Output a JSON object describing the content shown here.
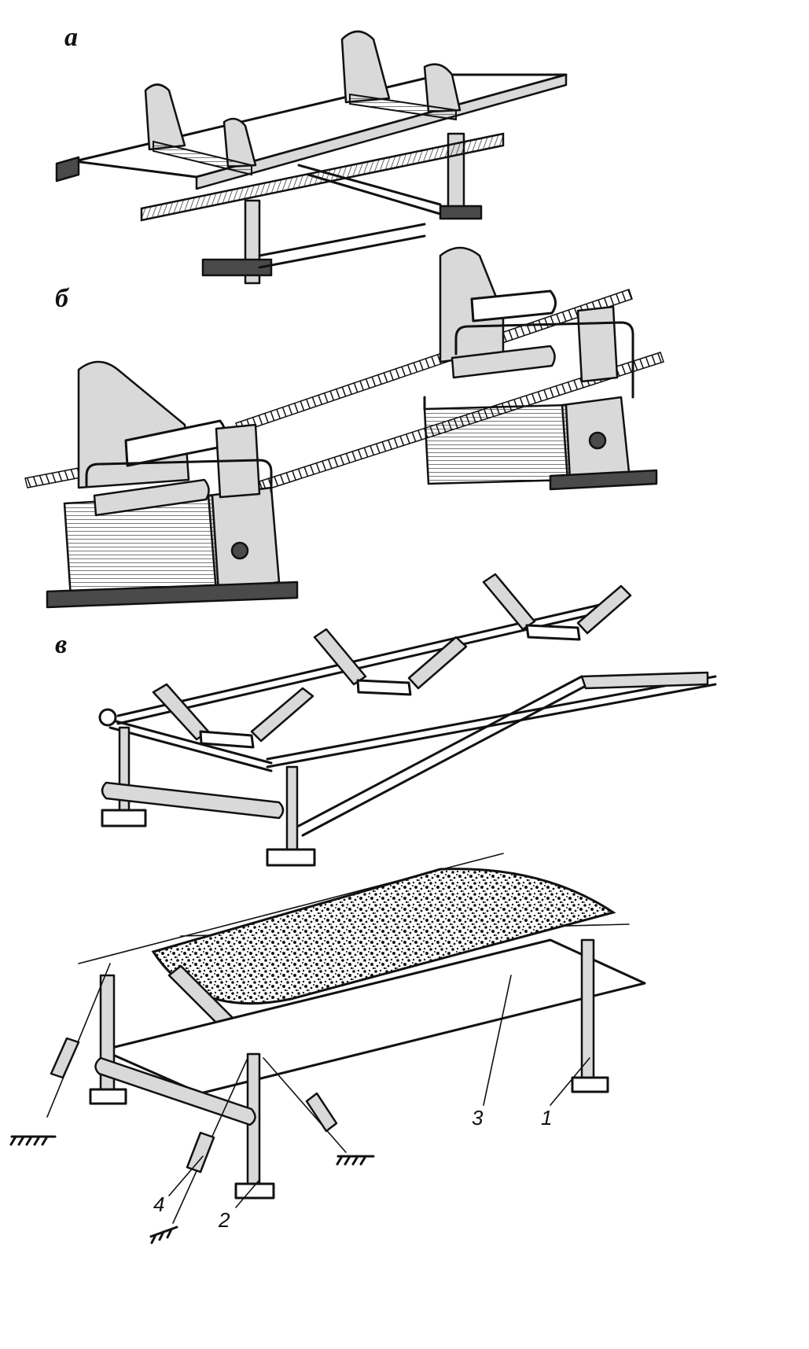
{
  "figure": {
    "panels": [
      {
        "label": "а"
      },
      {
        "label": "б"
      },
      {
        "label": "в"
      }
    ],
    "callouts": [
      "1",
      "2",
      "3",
      "4"
    ]
  }
}
